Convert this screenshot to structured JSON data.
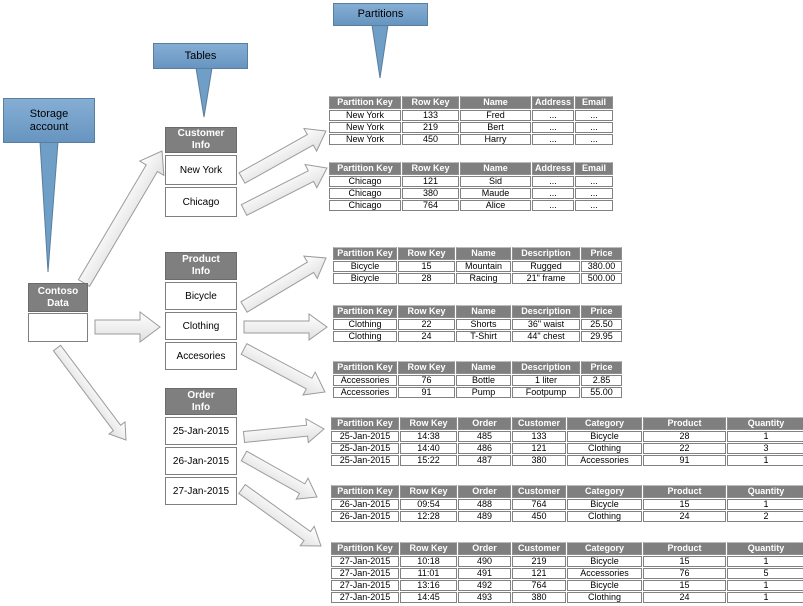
{
  "callouts": {
    "storage_account": "Storage\naccount",
    "tables": "Tables",
    "partitions": "Partitions"
  },
  "blocks": {
    "contoso": {
      "title": "Contoso\nData",
      "items": [
        ""
      ]
    },
    "customer_info": {
      "title": "Customer\nInfo",
      "items": [
        "New York",
        "Chicago"
      ]
    },
    "product_info": {
      "title": "Product\nInfo",
      "items": [
        "Bicycle",
        "Clothing",
        "Accesories"
      ]
    },
    "order_info": {
      "title": "Order\nInfo",
      "items": [
        "25-Jan-2015",
        "26-Jan-2015",
        "27-Jan-2015"
      ]
    }
  },
  "tables": {
    "customers_newyork": {
      "headers": [
        "Partition Key",
        "Row Key",
        "Name",
        "Address",
        "Email"
      ],
      "rows": [
        [
          "New York",
          "133",
          "Fred",
          "...",
          "..."
        ],
        [
          "New York",
          "219",
          "Bert",
          "...",
          "..."
        ],
        [
          "New York",
          "450",
          "Harry",
          "...",
          "..."
        ]
      ]
    },
    "customers_chicago": {
      "headers": [
        "Partition Key",
        "Row Key",
        "Name",
        "Address",
        "Email"
      ],
      "rows": [
        [
          "Chicago",
          "121",
          "Sid",
          "...",
          "..."
        ],
        [
          "Chicago",
          "380",
          "Maude",
          "...",
          "..."
        ],
        [
          "Chicago",
          "764",
          "Alice",
          "...",
          "..."
        ]
      ]
    },
    "products_bicycle": {
      "headers": [
        "Partition Key",
        "Row Key",
        "Name",
        "Description",
        "Price"
      ],
      "rows": [
        [
          "Bicycle",
          "15",
          "Mountain",
          "Rugged",
          "380.00"
        ],
        [
          "Bicycle",
          "28",
          "Racing",
          "21\" frame",
          "500.00"
        ]
      ]
    },
    "products_clothing": {
      "headers": [
        "Partition Key",
        "Row Key",
        "Name",
        "Description",
        "Price"
      ],
      "rows": [
        [
          "Clothing",
          "22",
          "Shorts",
          "36\" waist",
          "25.50"
        ],
        [
          "Clothing",
          "24",
          "T-Shirt",
          "44\" chest",
          "29.95"
        ]
      ]
    },
    "products_accessories": {
      "headers": [
        "Partition Key",
        "Row Key",
        "Name",
        "Description",
        "Price"
      ],
      "rows": [
        [
          "Accessories",
          "76",
          "Bottle",
          "1 liter",
          "2.85"
        ],
        [
          "Accessories",
          "91",
          "Pump",
          "Footpump",
          "55.00"
        ]
      ]
    },
    "orders_25jan": {
      "headers": [
        "Partition Key",
        "Row Key",
        "Order",
        "Customer",
        "Category",
        "Product",
        "Quantity"
      ],
      "rows": [
        [
          "25-Jan-2015",
          "14:38",
          "485",
          "133",
          "Bicycle",
          "28",
          "1"
        ],
        [
          "25-Jan-2015",
          "14:40",
          "486",
          "121",
          "Clothing",
          "22",
          "3"
        ],
        [
          "25-Jan-2015",
          "15:22",
          "487",
          "380",
          "Accessories",
          "91",
          "1"
        ]
      ]
    },
    "orders_26jan": {
      "headers": [
        "Partition Key",
        "Row Key",
        "Order",
        "Customer",
        "Category",
        "Product",
        "Quantity"
      ],
      "rows": [
        [
          "26-Jan-2015",
          "09:54",
          "488",
          "764",
          "Bicycle",
          "15",
          "1"
        ],
        [
          "26-Jan-2015",
          "12:28",
          "489",
          "450",
          "Clothing",
          "24",
          "2"
        ]
      ]
    },
    "orders_27jan": {
      "headers": [
        "Partition Key",
        "Row Key",
        "Order",
        "Customer",
        "Category",
        "Product",
        "Quantity"
      ],
      "rows": [
        [
          "27-Jan-2015",
          "10:18",
          "490",
          "219",
          "Bicycle",
          "15",
          "1"
        ],
        [
          "27-Jan-2015",
          "11:01",
          "491",
          "121",
          "Accessories",
          "76",
          "5"
        ],
        [
          "27-Jan-2015",
          "13:16",
          "492",
          "764",
          "Bicycle",
          "15",
          "1"
        ],
        [
          "27-Jan-2015",
          "14:45",
          "493",
          "380",
          "Clothing",
          "24",
          "1"
        ]
      ]
    }
  },
  "colors": {
    "callout_fill": "#6f9fca",
    "callout_border": "#5a7e9d",
    "table_header_fill": "#7f7f7f",
    "table_header_text": "#ffffff",
    "arrow_stroke": "#9b9b9b"
  }
}
